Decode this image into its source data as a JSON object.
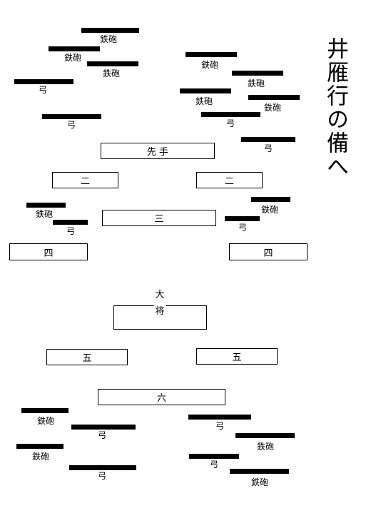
{
  "title": "井雁行の備へ",
  "labels": {
    "teppo": "鉄砲",
    "yumi": "弓"
  },
  "formation": {
    "sente": "先 手",
    "ni": "二",
    "san": "三",
    "shi": "四",
    "taisho_top": "大",
    "taisho_bottom": "将",
    "go": "五",
    "roku": "六"
  }
}
